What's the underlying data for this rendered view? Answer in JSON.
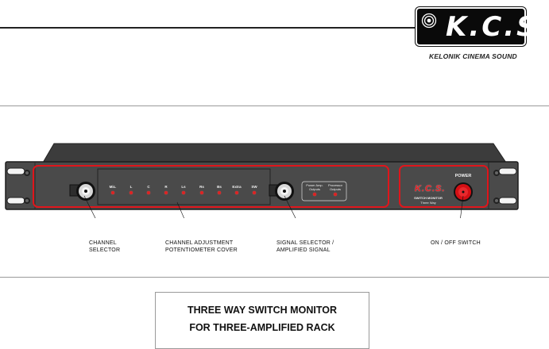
{
  "logo": {
    "text": "K.C.S.",
    "tagline": "KELONIK CINEMA SOUND"
  },
  "panel": {
    "channels": [
      "Mic.",
      "L",
      "C",
      "R",
      "Ls",
      "Rs",
      "Bs",
      "Extra",
      "SW"
    ],
    "output_labels": [
      "Power Amp. Outputs",
      "Processor Outputs"
    ],
    "brand_logo": "K.C.S.",
    "brand_sub1": "SWITCH MONITOR",
    "brand_sub2": "Three Way",
    "power_label": "POWER",
    "colors": {
      "chassis": "#4a4a4a",
      "highlight": "#e0151b",
      "led": "#d22222",
      "power_button": "#d40f14"
    }
  },
  "callouts": {
    "channel_selector": [
      "CHANNEL",
      "SELECTOR"
    ],
    "pot_cover": [
      "CHANNEL ADJUSTMENT",
      "POTENTIOMETER COVER"
    ],
    "signal_selector": [
      "SIGNAL SELECTOR /",
      "AMPLIFIED SIGNAL"
    ],
    "power_switch": "ON / OFF SWITCH"
  },
  "title": {
    "line1": "THREE WAY SWITCH MONITOR",
    "line2": "FOR THREE-AMPLIFIED RACK"
  }
}
